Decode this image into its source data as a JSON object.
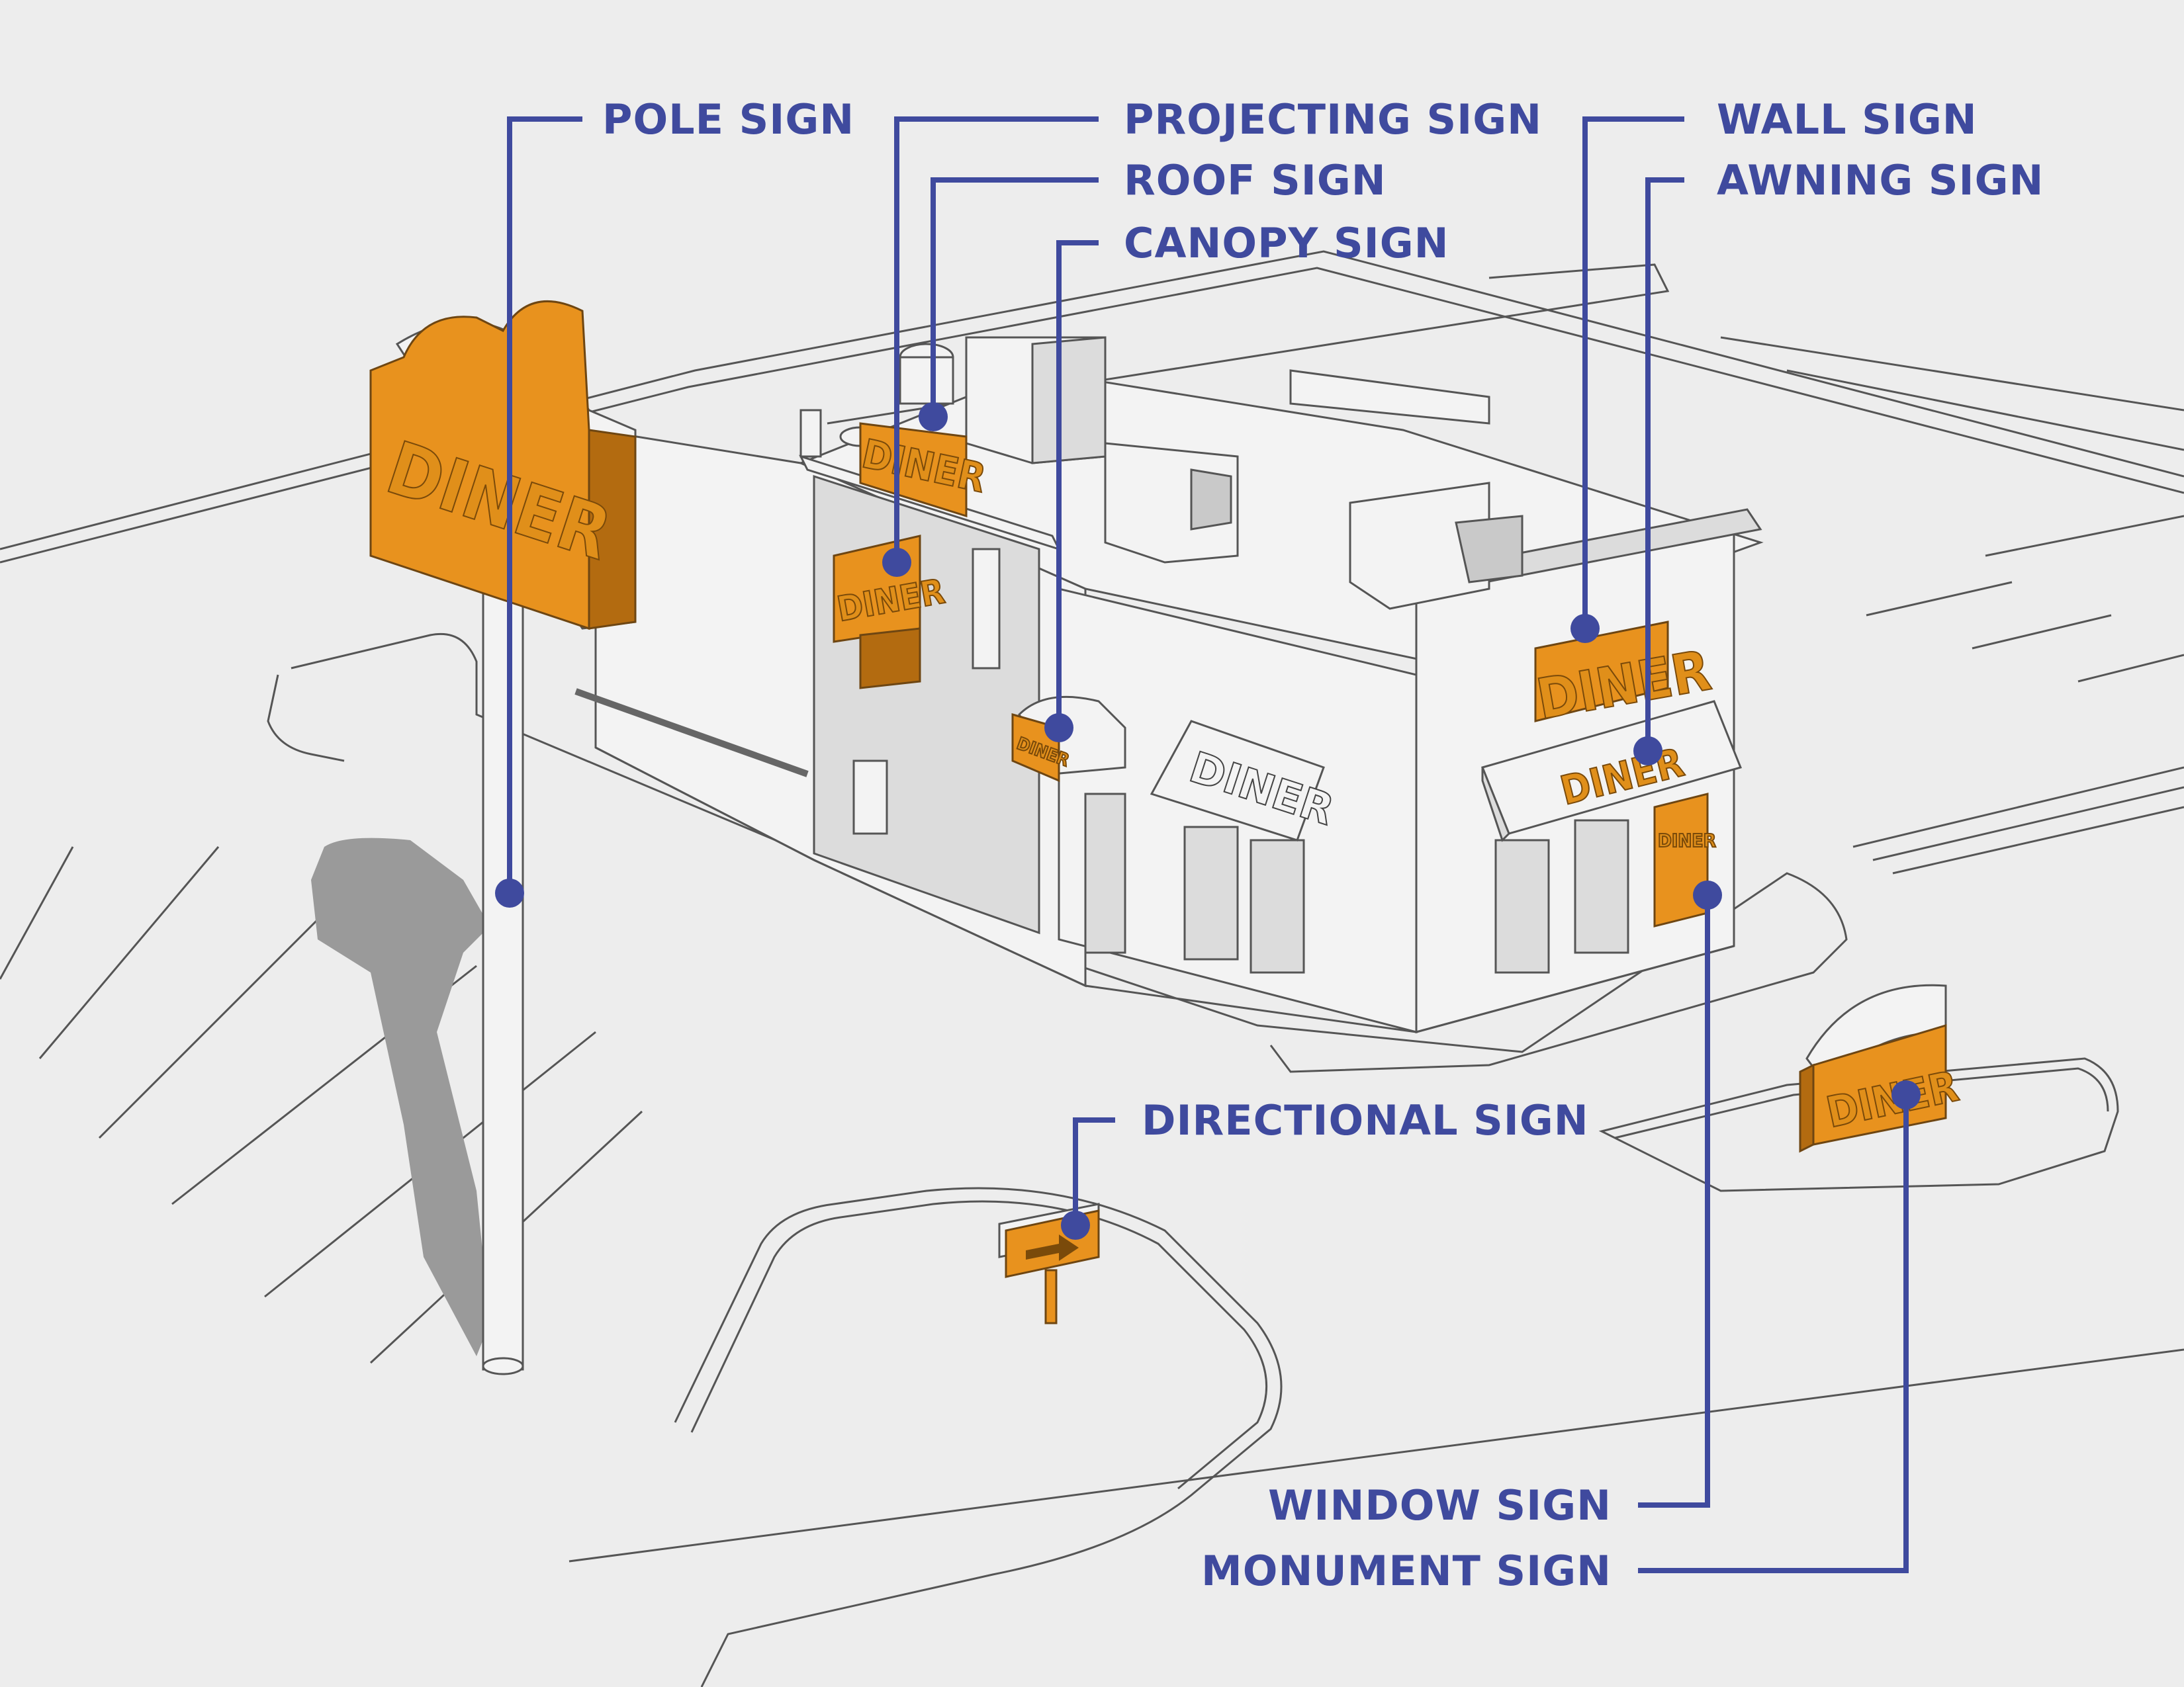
{
  "colors": {
    "background": "#ededed",
    "label": "#3f4a9e",
    "sign_fill": "#e8921e",
    "building": "#f3f3f3"
  },
  "sign_text": "DINER",
  "labels": {
    "pole_sign": "POLE SIGN",
    "projecting_sign": "PROJECTING SIGN",
    "roof_sign": "ROOF SIGN",
    "canopy_sign": "CANOPY SIGN",
    "wall_sign": "WALL SIGN",
    "awning_sign": "AWNING SIGN",
    "directional_sign": "DIRECTIONAL SIGN",
    "window_sign": "WINDOW SIGN",
    "monument_sign": "MONUMENT SIGN"
  }
}
